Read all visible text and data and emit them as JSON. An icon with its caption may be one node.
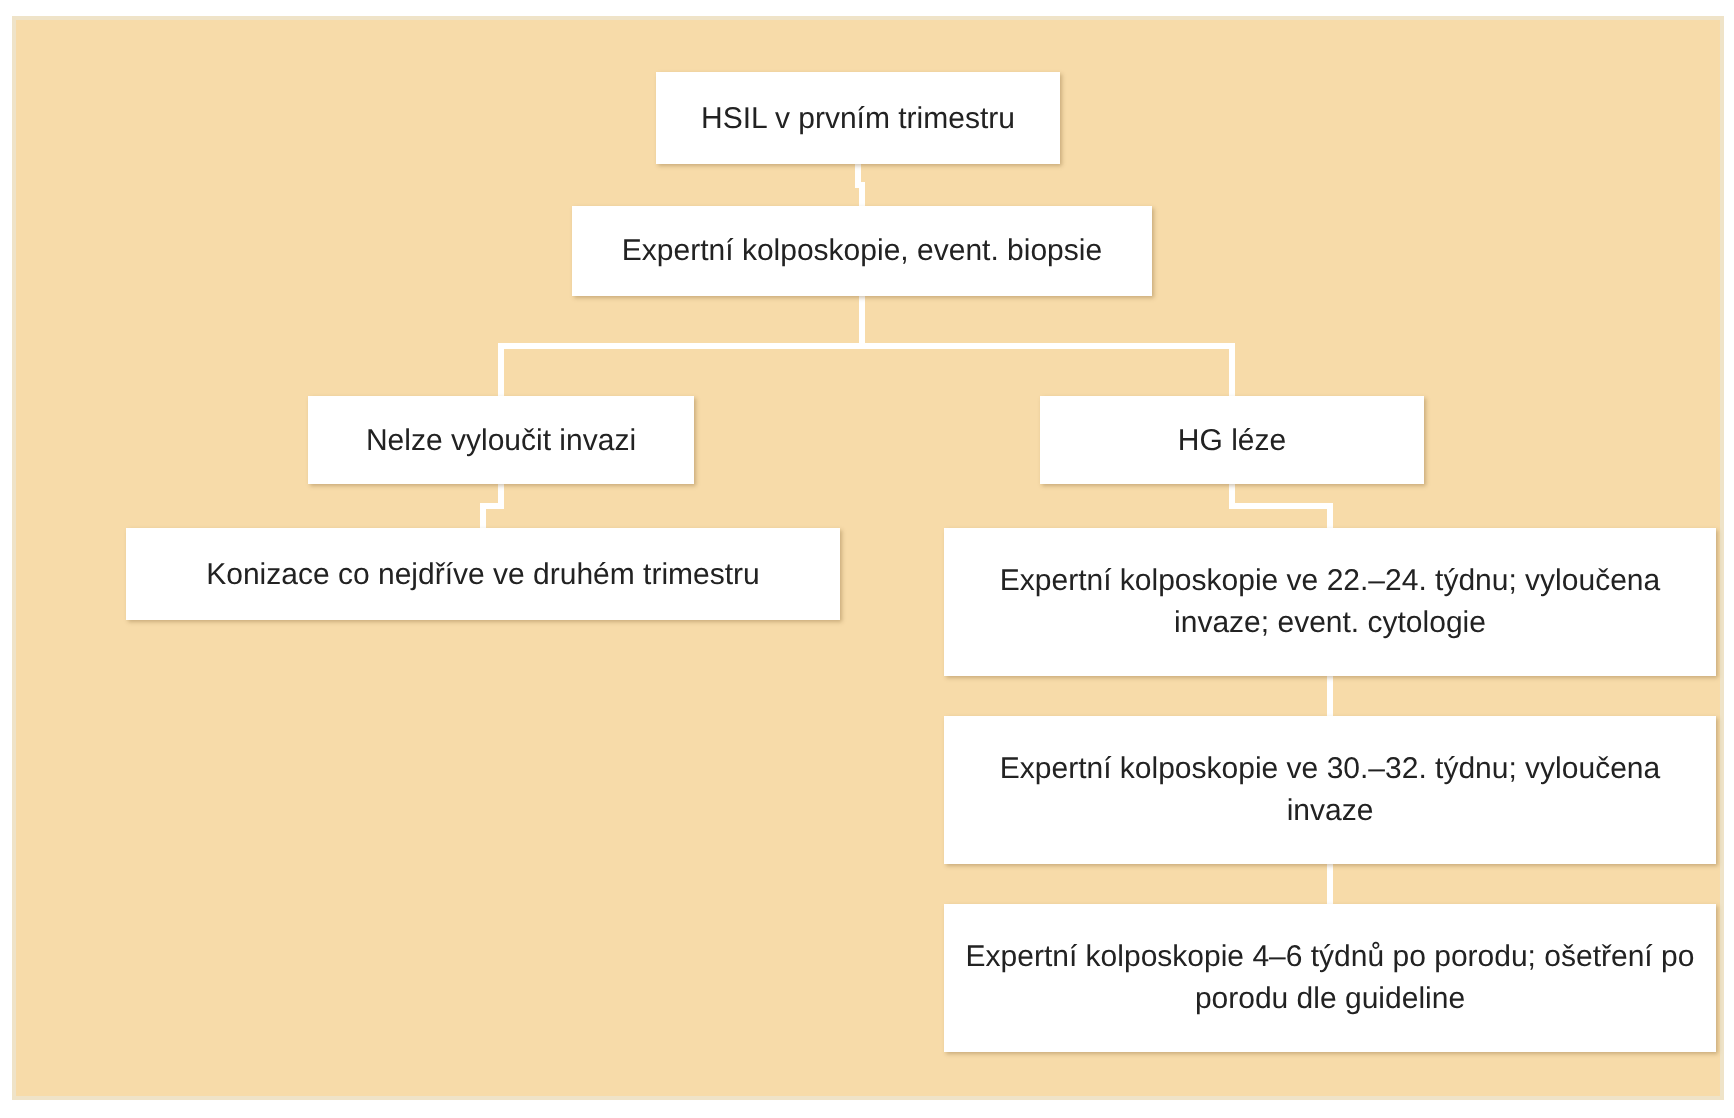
{
  "diagram": {
    "nodes": [
      {
        "text": [
          "HSIL v prvním trimestru"
        ]
      },
      {
        "text": [
          "Expertní kolposkopie, event. biopsie"
        ]
      },
      {
        "text": [
          "Nelze vyloučit invazi"
        ]
      },
      {
        "text": [
          "HG léze"
        ]
      },
      {
        "text": [
          "Konizace co nejdříve ve druhém trimestru"
        ]
      },
      {
        "text": [
          "Expertní kolposkopie ve 22.–24. týdnu; vyloučena invaze; event. cytologie"
        ]
      },
      {
        "text": [
          "Expertní kolposkopie ve 30.–32. týdnu; vyloučena invaze"
        ]
      },
      {
        "text": [
          "Expertní kolposkopie 4–6 týdnů po porodu; ošetření po porodu dle guideline"
        ]
      }
    ],
    "edges": [
      {
        "from": 0,
        "to": 1,
        "arrow": "none"
      },
      {
        "from": 1,
        "to": 2,
        "arrow": "none"
      },
      {
        "from": 1,
        "to": 3,
        "arrow": "none"
      },
      {
        "from": 2,
        "to": 4,
        "arrow": "none"
      },
      {
        "from": 3,
        "to": 5,
        "arrow": "none"
      },
      {
        "from": 5,
        "to": 6,
        "arrow": "none"
      },
      {
        "from": 6,
        "to": 7,
        "arrow": "none"
      }
    ]
  }
}
